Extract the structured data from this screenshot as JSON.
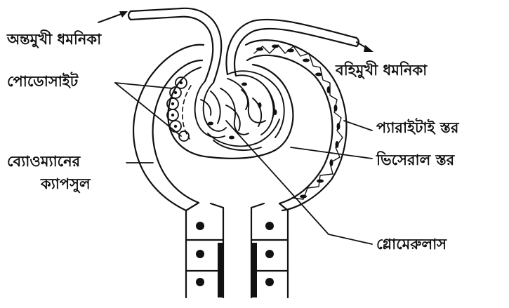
{
  "labels": {
    "afferent_arteriole": "অন্তমুখী ধমনিকা",
    "podocyte": "পোডোসাইট",
    "bowmans_capsule_line1": "ব্যোওম্যানের",
    "bowmans_capsule_line2": "ক্যাপসুল",
    "efferent_arteriole": "বহিমুখী ধমনিকা",
    "parietal_layer": "প্যারাইটাই স্তর",
    "visceral_layer": "ভিসেরাল স্তর",
    "glomerulus": "গ্লোমেরুলাস"
  },
  "colors": {
    "ink": "#111111",
    "background": "#ffffff"
  }
}
